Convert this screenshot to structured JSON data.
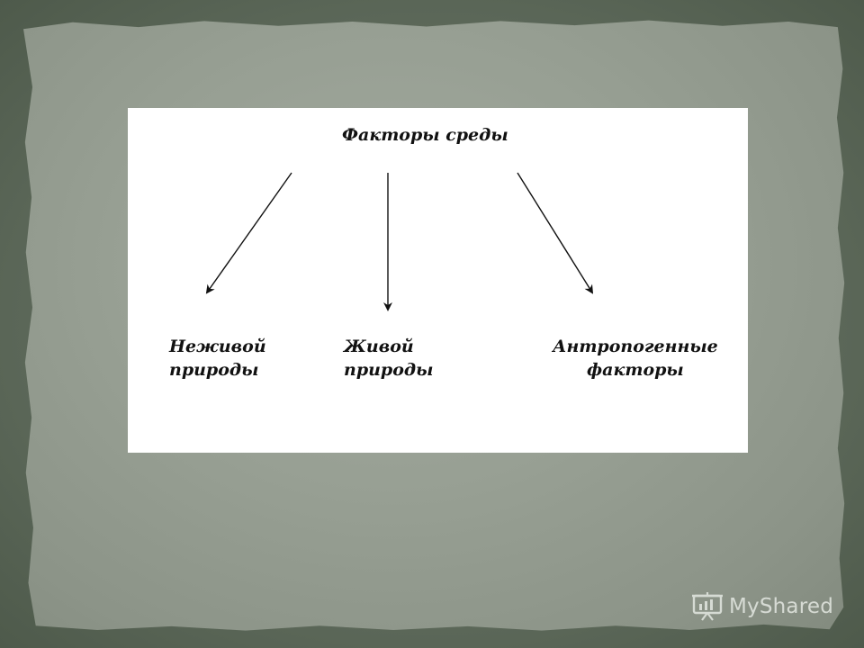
{
  "diagram": {
    "root": "Факторы среды",
    "children": [
      {
        "lines": [
          "Неживой",
          "природы"
        ]
      },
      {
        "lines": [
          "Живой",
          "природы"
        ]
      },
      {
        "lines": [
          "Антропогенные",
          "факторы"
        ]
      }
    ]
  },
  "watermark": {
    "text": "MyShared",
    "icon": "presentation-board-icon"
  },
  "colors": {
    "background": "#5e6a5a",
    "paper": "#979f93",
    "card": "#ffffff",
    "ink": "#111111"
  }
}
